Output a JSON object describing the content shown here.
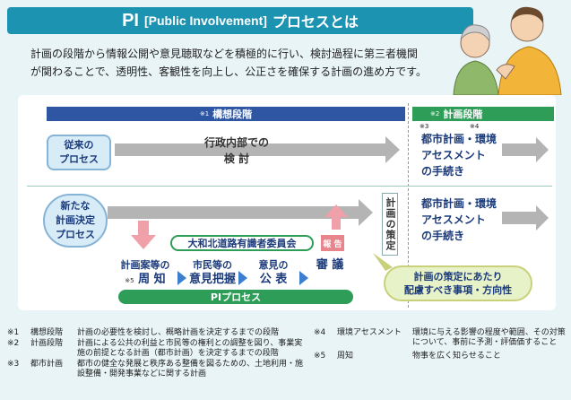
{
  "title": {
    "pi": "PI",
    "public": "[Public Involvement]",
    "jp": "プロセスとは"
  },
  "intro": {
    "line1": "計画の段階から情報公開や意見聴取などを積極的に行い、検討過程に第三者機関",
    "line2": "が関わることで、透明性、客観性を向上し、公正さを確保する計画の進め方です。"
  },
  "phases": {
    "phase1_mark": "※1",
    "phase1": "構想段階",
    "phase2_mark": "※2",
    "phase2": "計画段階"
  },
  "conventional": {
    "label_line1": "従来の",
    "label_line2": "プロセス",
    "box_line1": "行政内部での",
    "box_line2": "検 討",
    "mark3": "※3",
    "mark4": "※4",
    "result_line1": "都市計画・環境",
    "result_line2": "アセスメント",
    "result_line3": "の手続き"
  },
  "new_process": {
    "label_line1": "新たな",
    "label_line2": "計画決定",
    "label_line3": "プロセス",
    "committee": "大和北道路有識者委員会",
    "report": "報 告",
    "plan_decision": "計画の策定",
    "result_line1": "都市計画・環境",
    "result_line2": "アセスメント",
    "result_line3": "の手続き",
    "steps": [
      {
        "line1": "計画案等の",
        "mark": "※5",
        "line2": "周 知"
      },
      {
        "line1": "市民等の",
        "mark": "",
        "line2": "意見把握"
      },
      {
        "line1": "意見の",
        "mark": "",
        "line2": "公 表"
      },
      {
        "line1": "",
        "mark": "",
        "line2": "審 議"
      }
    ],
    "pi_process": "PIプロセス",
    "callout_line1": "計画の策定にあたり",
    "callout_line2": "配慮すべき事項・方向性"
  },
  "notes": [
    {
      "mark": "※1",
      "term": "構想段階",
      "desc": "計画の必要性を検討し、概略計画を決定するまでの段階"
    },
    {
      "mark": "※2",
      "term": "計画段階",
      "desc": "計画による公共の利益と市民等の権利との調整を図り、事業実施の前提となる計画（都市計画）を決定するまでの段階"
    },
    {
      "mark": "※3",
      "term": "都市計画",
      "desc": "都市の健全な発展と秩序ある整備を図るための、土地利用・施設整備・開発事業などに関する計画"
    },
    {
      "mark": "※4",
      "term": "環境アセスメント",
      "desc": "環境に与える影響の程度や範囲、その対策について、事前に予測・評価価すること"
    },
    {
      "mark": "※5",
      "term": "周知",
      "desc": "物事を広く知らせること"
    }
  ],
  "colors": {
    "title_bar": "#1d93b2",
    "phase1": "#2f56a3",
    "phase2": "#2e9d58",
    "arrow_gray": "#b4b4b4",
    "arrow_pink": "#f0a0a8",
    "step_arrow": "#3c7ed0"
  }
}
